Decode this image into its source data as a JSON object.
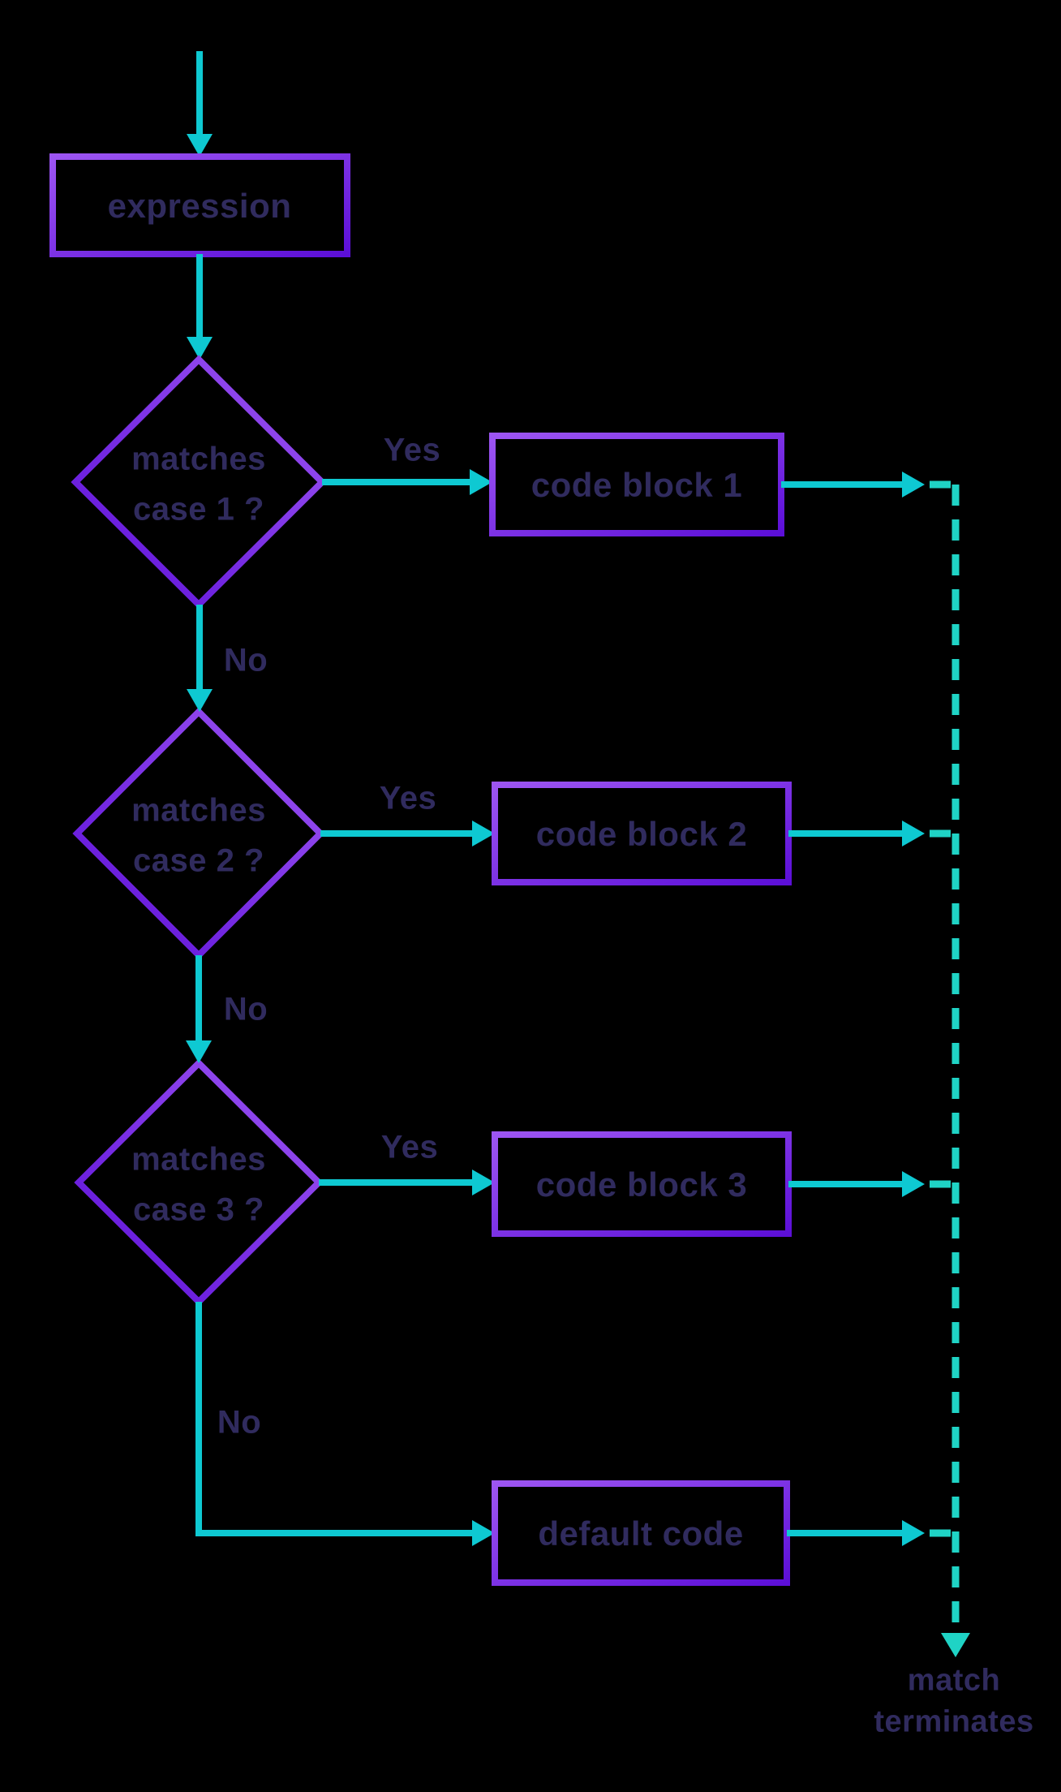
{
  "theme": {
    "background": "#000000",
    "accent_cyan": "#0ec9d2",
    "accent_teal": "#1fd3c5",
    "accent_purple_light": "#9d55f2",
    "accent_purple_dark": "#5c0fd8",
    "text_color": "#302b5e"
  },
  "flowchart": {
    "start_box": {
      "label": "expression"
    },
    "decisions": [
      {
        "line1": "matches",
        "line2": "case 1 ?",
        "yes_label": "Yes",
        "no_label": "No"
      },
      {
        "line1": "matches",
        "line2": "case 2 ?",
        "yes_label": "Yes",
        "no_label": "No"
      },
      {
        "line1": "matches",
        "line2": "case 3 ?",
        "yes_label": "Yes",
        "no_label": "No"
      }
    ],
    "code_blocks": [
      {
        "label": "code block 1"
      },
      {
        "label": "code block 2"
      },
      {
        "label": "code block 3"
      }
    ],
    "default_box": {
      "label": "default code"
    },
    "terminal": {
      "line1": "match",
      "line2": "terminates"
    },
    "edges": [
      {
        "from": "expression",
        "to": "matches case 1 ?",
        "style": "solid"
      },
      {
        "from": "matches case 1 ?",
        "to": "code block 1",
        "label": "Yes",
        "style": "solid"
      },
      {
        "from": "matches case 1 ?",
        "to": "matches case 2 ?",
        "label": "No",
        "style": "solid"
      },
      {
        "from": "matches case 2 ?",
        "to": "code block 2",
        "label": "Yes",
        "style": "solid"
      },
      {
        "from": "matches case 2 ?",
        "to": "matches case 3 ?",
        "label": "No",
        "style": "solid"
      },
      {
        "from": "matches case 3 ?",
        "to": "code block 3",
        "label": "Yes",
        "style": "solid"
      },
      {
        "from": "matches case 3 ?",
        "to": "default code",
        "label": "No",
        "style": "solid"
      },
      {
        "from": "code block 1",
        "to": "match terminates",
        "style": "dashed"
      },
      {
        "from": "code block 2",
        "to": "match terminates",
        "style": "dashed"
      },
      {
        "from": "code block 3",
        "to": "match terminates",
        "style": "dashed"
      },
      {
        "from": "default code",
        "to": "match terminates",
        "style": "dashed"
      }
    ]
  }
}
